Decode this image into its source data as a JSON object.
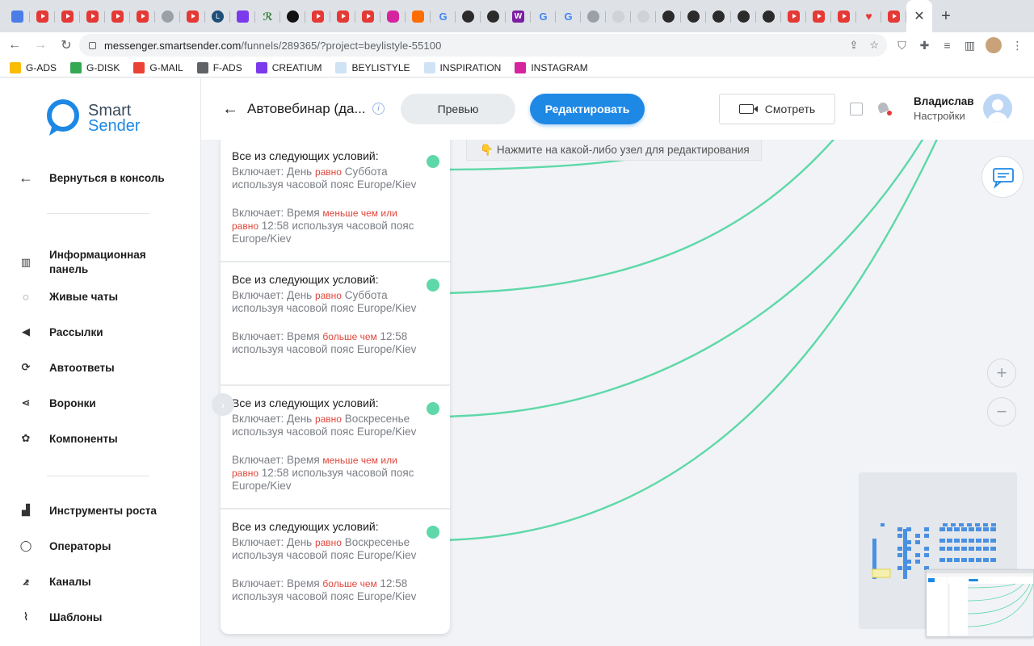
{
  "browser": {
    "tabs": [
      {
        "icon": "docs-icon",
        "type": "doc"
      },
      {
        "icon": "youtube-icon",
        "type": "yt"
      },
      {
        "icon": "youtube-icon",
        "type": "yt"
      },
      {
        "icon": "youtube-icon",
        "type": "yt"
      },
      {
        "icon": "youtube-icon",
        "type": "yt"
      },
      {
        "icon": "youtube-icon",
        "type": "yt"
      },
      {
        "icon": "globe-icon",
        "type": "globe"
      },
      {
        "icon": "youtube-icon",
        "type": "yt"
      },
      {
        "icon": "letter-l-icon",
        "type": "lblue"
      },
      {
        "icon": "purple-app-icon",
        "type": "purple"
      },
      {
        "icon": "green-logo-icon",
        "type": "green"
      },
      {
        "icon": "xbox-icon",
        "type": "xbox"
      },
      {
        "icon": "youtube-icon",
        "type": "yt"
      },
      {
        "icon": "youtube-icon",
        "type": "yt"
      },
      {
        "icon": "youtube-icon",
        "type": "yt"
      },
      {
        "icon": "instagram-icon",
        "type": "insta"
      },
      {
        "icon": "orange-app-icon",
        "type": "orange"
      },
      {
        "icon": "google-icon",
        "type": "goog"
      },
      {
        "icon": "dark-circle-icon",
        "type": "dark"
      },
      {
        "icon": "dark-circle-icon",
        "type": "dark"
      },
      {
        "icon": "w-app-icon",
        "type": "w"
      },
      {
        "icon": "google-icon",
        "type": "goog"
      },
      {
        "icon": "google-icon",
        "type": "goog"
      },
      {
        "icon": "globe-icon",
        "type": "globe"
      },
      {
        "icon": "satellite-icon",
        "type": "sat"
      },
      {
        "icon": "satellite-icon",
        "type": "sat"
      },
      {
        "icon": "dark-circle-icon",
        "type": "dark"
      },
      {
        "icon": "dark-circle-icon",
        "type": "dark"
      },
      {
        "icon": "dark-circle-icon",
        "type": "dark"
      },
      {
        "icon": "dark-circle-icon",
        "type": "dark"
      },
      {
        "icon": "dark-circle-icon",
        "type": "dark"
      },
      {
        "icon": "youtube-icon",
        "type": "yt"
      },
      {
        "icon": "youtube-icon",
        "type": "yt"
      },
      {
        "icon": "youtube-icon",
        "type": "yt"
      },
      {
        "icon": "heart-icon",
        "type": "heart"
      },
      {
        "icon": "youtube-icon",
        "type": "yt"
      }
    ],
    "letter_l": "L",
    "letter_w": "W",
    "letter_g": "G",
    "close_glyph": "✕",
    "newtab_glyph": "+",
    "url_host": "messenger.smartsender.com",
    "url_path": "/funnels/289365/?project=beylistyle-55100",
    "bookmarks": [
      {
        "label": "G-ADS",
        "color": "#fbbc04"
      },
      {
        "label": "G-DISK",
        "color": "#34a853"
      },
      {
        "label": "G-MAIL",
        "color": "#ea4335"
      },
      {
        "label": "F-ADS",
        "color": "#5f6368"
      },
      {
        "label": "CREATIUM",
        "color": "#7c3aed"
      },
      {
        "label": "BEYLISTYLE",
        "color": "#cfe3f5"
      },
      {
        "label": "INSPIRATION",
        "color": "#cfe3f5"
      },
      {
        "label": "INSTAGRAM",
        "color": "#d6249f"
      }
    ]
  },
  "sidebar": {
    "logo_line1": "Smart",
    "logo_line2": "Sender",
    "back": "Вернуться в консоль",
    "items": [
      {
        "label": "Информационная панель",
        "icon": "chart-icon"
      },
      {
        "label": "Живые чаты",
        "icon": "chat-bubble-icon"
      },
      {
        "label": "Рассылки",
        "icon": "megaphone-icon"
      },
      {
        "label": "Автоответы",
        "icon": "autoreply-icon"
      },
      {
        "label": "Воронки",
        "icon": "funnel-icon"
      },
      {
        "label": "Компоненты",
        "icon": "components-icon"
      },
      {
        "label": "Инструменты роста",
        "icon": "growth-icon"
      },
      {
        "label": "Операторы",
        "icon": "operator-icon"
      },
      {
        "label": "Каналы",
        "icon": "rss-icon"
      },
      {
        "label": "Шаблоны",
        "icon": "paperclip-icon"
      }
    ]
  },
  "header": {
    "title": "Автовебинар (да...",
    "info_glyph": "i",
    "preview": "Превью",
    "edit": "Редактировать",
    "watch": "Смотреть",
    "user_name": "Владислав",
    "user_settings": "Настройки"
  },
  "canvas": {
    "hint_icon": "👇",
    "hint": "Нажмите на какой-либо узел для редактирования",
    "conditions": [
      {
        "title": "Все из следующих условий:",
        "l1_a": "Включает: День ",
        "l1_op": "равно",
        "l1_b": " Суббота используя часовой пояс Europe/Kiev",
        "l2_a": "Включает: Время ",
        "l2_op": "меньше чем или равно",
        "l2_b": " 12:58 используя часовой пояс Europe/Kiev"
      },
      {
        "title": "Все из следующих условий:",
        "l1_a": "Включает: День ",
        "l1_op": "равно",
        "l1_b": " Суббота используя часовой пояс Europe/Kiev",
        "l2_a": "Включает: Время ",
        "l2_op": "больше чем",
        "l2_b": " 12:58 используя часовой пояс Europe/Kiev"
      },
      {
        "title": "Все из следующих условий:",
        "l1_a": "Включает: День ",
        "l1_op": "равно",
        "l1_b": " Воскресенье используя часовой пояс Europe/Kiev",
        "l2_a": "Включает: Время ",
        "l2_op": "меньше чем или равно",
        "l2_b": " 12:58 используя часовой пояс Europe/Kiev"
      },
      {
        "title": "Все из следующих условий:",
        "l1_a": "Включает: День ",
        "l1_op": "равно",
        "l1_b": " Воскресенье используя часовой пояс Europe/Kiev",
        "l2_a": "Включает: Время ",
        "l2_op": "больше чем",
        "l2_b": " 12:58 используя часовой пояс Europe/Kiev"
      }
    ],
    "zoom_in": "+",
    "zoom_out": "−",
    "link_color": "#5ed8a8",
    "accent": "#1e88e5"
  }
}
